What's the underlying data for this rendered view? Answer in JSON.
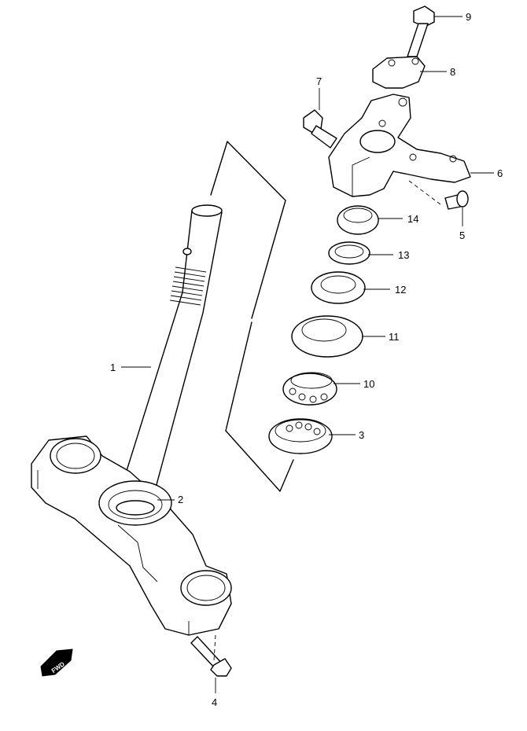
{
  "callouts": [
    {
      "id": "1",
      "label": "1"
    },
    {
      "id": "2",
      "label": "2"
    },
    {
      "id": "3",
      "label": "3"
    },
    {
      "id": "4",
      "label": "4"
    },
    {
      "id": "5",
      "label": "5"
    },
    {
      "id": "6",
      "label": "6"
    },
    {
      "id": "7",
      "label": "7"
    },
    {
      "id": "8",
      "label": "8"
    },
    {
      "id": "9",
      "label": "9"
    },
    {
      "id": "10",
      "label": "10"
    },
    {
      "id": "11",
      "label": "11"
    },
    {
      "id": "12",
      "label": "12"
    },
    {
      "id": "13",
      "label": "13"
    },
    {
      "id": "14",
      "label": "14"
    }
  ],
  "direction_arrow": {
    "label": "FWD",
    "icon": "fwd-arrow-icon"
  }
}
